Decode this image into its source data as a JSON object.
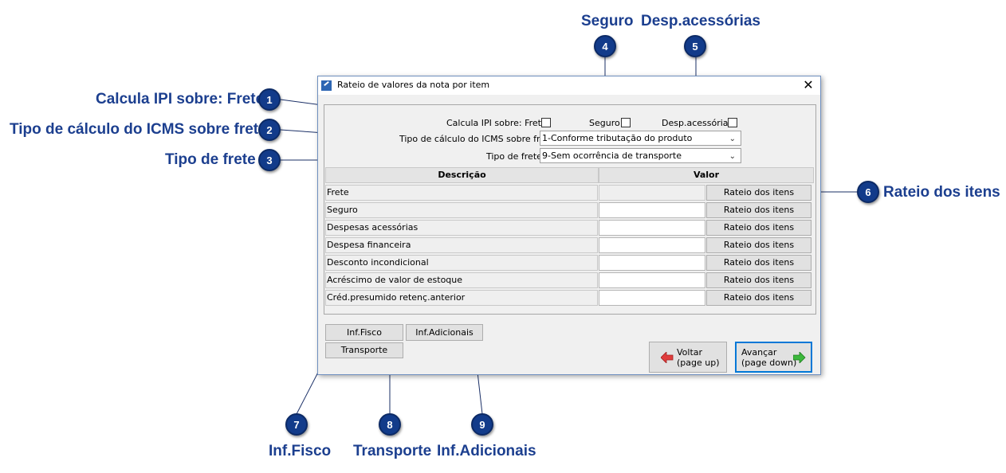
{
  "window": {
    "title": "Rateio de valores da nota por item",
    "close": "✕"
  },
  "options": {
    "calcula_ipi_label": "Calcula IPI sobre: Frete",
    "seguro_label": "Seguro",
    "desp_acessorias_label": "Desp.acessórias",
    "tipo_icms_label": "Tipo de cálculo do ICMS sobre frete",
    "tipo_icms_value": "1-Conforme tributação do produto",
    "tipo_frete_label": "Tipo de frete",
    "tipo_frete_value": "9-Sem ocorrência de transporte"
  },
  "table": {
    "headers": [
      "Descrição",
      "Valor"
    ],
    "button_label": "Rateio dos itens",
    "rows": [
      {
        "descricao": "Frete",
        "value_enabled": false
      },
      {
        "descricao": "Seguro",
        "value_enabled": true
      },
      {
        "descricao": "Despesas acessórias",
        "value_enabled": true
      },
      {
        "descricao": "Despesa financeira",
        "value_enabled": true
      },
      {
        "descricao": "Desconto incondicional",
        "value_enabled": true
      },
      {
        "descricao": "Acréscimo de valor de estoque",
        "value_enabled": true
      },
      {
        "descricao": "Créd.presumido retenç.anterior",
        "value_enabled": true
      }
    ]
  },
  "bottom_buttons": {
    "inf_fisco": "Inf.Fisco",
    "inf_adicionais": "Inf.Adicionais",
    "transporte": "Transporte",
    "voltar": "Voltar\n(page up)",
    "avancar": "Avançar\n(page down)"
  },
  "annotations": [
    {
      "number": "1",
      "label": "Calcula IPI sobre: Frete"
    },
    {
      "number": "2",
      "label": "Tipo de cálculo do ICMS sobre frete"
    },
    {
      "number": "3",
      "label": "Tipo de frete"
    },
    {
      "number": "4",
      "label": "Seguro"
    },
    {
      "number": "5",
      "label": "Desp.acessórias"
    },
    {
      "number": "6",
      "label": "Rateio dos itens"
    },
    {
      "number": "7",
      "label": "Inf.Fisco"
    },
    {
      "number": "8",
      "label": "Transporte"
    },
    {
      "number": "9",
      "label": "Inf.Adicionais"
    }
  ],
  "colors": {
    "annotation_text": "#1c3f8f",
    "badge": "#123b8a",
    "focus_border": "#0078d7",
    "arrow_back": "#e03c3c",
    "arrow_forward": "#3cb83c"
  }
}
